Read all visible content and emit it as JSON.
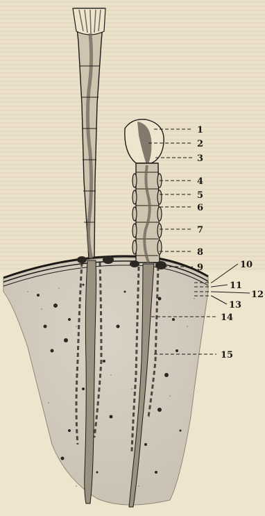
{
  "figure": {
    "palette": {
      "paper": "#efe5cf",
      "ink": "#1c1a17",
      "stalk": "#cfc4b0",
      "stalk_core": "#6f675c",
      "tissue": "#d2ccc0",
      "surface_band": "#ece2cc",
      "dark_nodule": "#2a2622"
    },
    "labels": [
      "1",
      "2",
      "3",
      "4",
      "5",
      "6",
      "7",
      "8",
      "9",
      "10",
      "11",
      "12",
      "13",
      "14",
      "15"
    ]
  }
}
